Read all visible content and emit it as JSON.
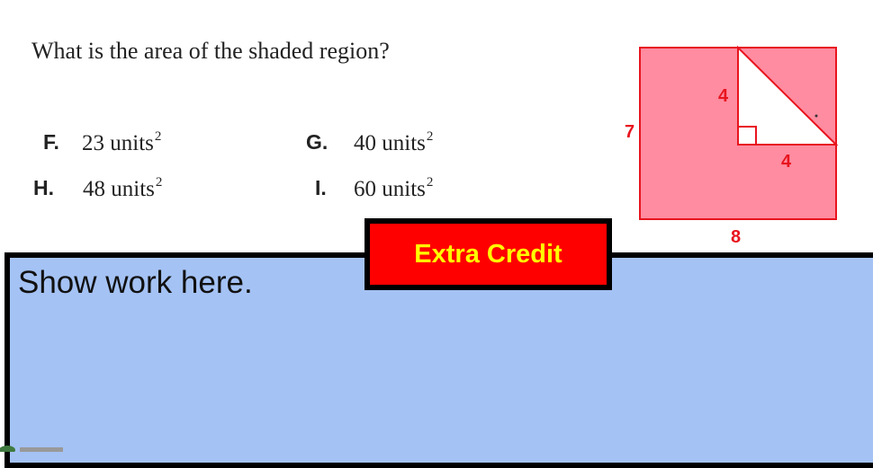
{
  "question": {
    "text": "What is the area of the shaded region?"
  },
  "choices": [
    {
      "letter": "F.",
      "value": "23 units",
      "exponent": "2"
    },
    {
      "letter": "G.",
      "value": "40 units",
      "exponent": "2"
    },
    {
      "letter": "H.",
      "value": "48 units",
      "exponent": "2"
    },
    {
      "letter": "I.",
      "value": "60 units",
      "exponent": "2"
    }
  ],
  "figure": {
    "labels": {
      "side_height": "7",
      "side_width": "8",
      "triangle_vertical": "4",
      "triangle_horizontal": "4"
    },
    "colors": {
      "shade": "#ff8ca0",
      "stroke": "#e8141e",
      "label": "#e8141e",
      "triangle_fill": "#ffffff"
    }
  },
  "work_area": {
    "label": "Show work here.",
    "color": "#a4c2f4"
  },
  "banner": {
    "label": "Extra Credit",
    "background": "#ff0000",
    "text_color": "#ffff00"
  }
}
